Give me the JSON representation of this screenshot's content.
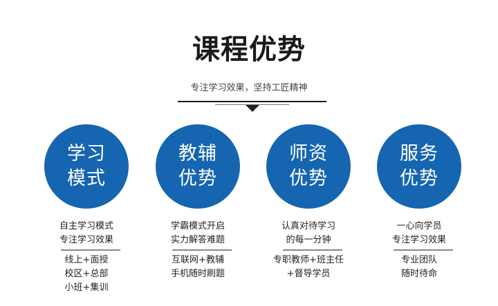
{
  "header": {
    "title": "课程优势",
    "subtitle": "专注学习效果，坚持工匠精神"
  },
  "theme": {
    "accent": "#1565b0"
  },
  "cards": [
    {
      "circle_line1": "学习",
      "circle_line2": "模式",
      "desc_line1": "自主学习模式",
      "desc_line2": "专注学习效果",
      "feature_line1": "线上+面授",
      "feature_line2": "校区+总部",
      "feature_line3": "小班+集训"
    },
    {
      "circle_line1": "教辅",
      "circle_line2": "优势",
      "desc_line1": "学霸模式开启",
      "desc_line2": "实力解答难题",
      "feature_line1": "互联网+教辅",
      "feature_line2": "手机随时刷题",
      "feature_line3": ""
    },
    {
      "circle_line1": "师资",
      "circle_line2": "优势",
      "desc_line1": "认真对待学习",
      "desc_line2": "的每一分钟",
      "feature_line1": "专职教师+班主任",
      "feature_line2": "+督导学员",
      "feature_line3": ""
    },
    {
      "circle_line1": "服务",
      "circle_line2": "优势",
      "desc_line1": "一心向学员",
      "desc_line2": "专注学习效果",
      "feature_line1": "专业团队",
      "feature_line2": "随时待命",
      "feature_line3": ""
    }
  ]
}
